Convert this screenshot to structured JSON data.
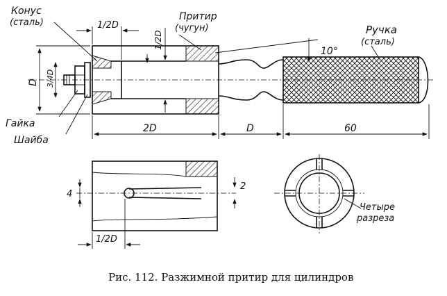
{
  "labels": {
    "cone_name": "Конус",
    "cone_material": "(сталь)",
    "lap_name": "Притир",
    "lap_material": "(чугун)",
    "handle_name": "Ручка",
    "handle_material": "(сталь)",
    "nut": "Гайка",
    "washer": "Шайба",
    "four_slots_1": "Четыре",
    "four_slots_2": "разреза"
  },
  "dimensions": {
    "half_d_top": "1/2D",
    "half_d_vertical": "1/2D",
    "d_left": "D",
    "three_quarter_d": "3/4D",
    "angle": "10°",
    "two_d": "2D",
    "d_bottom": "D",
    "sixty": "60",
    "four": "4",
    "two": "2",
    "half_d_lower": "1/2D"
  },
  "caption": "Рис. 112. Разжимной притир для цилиндров"
}
